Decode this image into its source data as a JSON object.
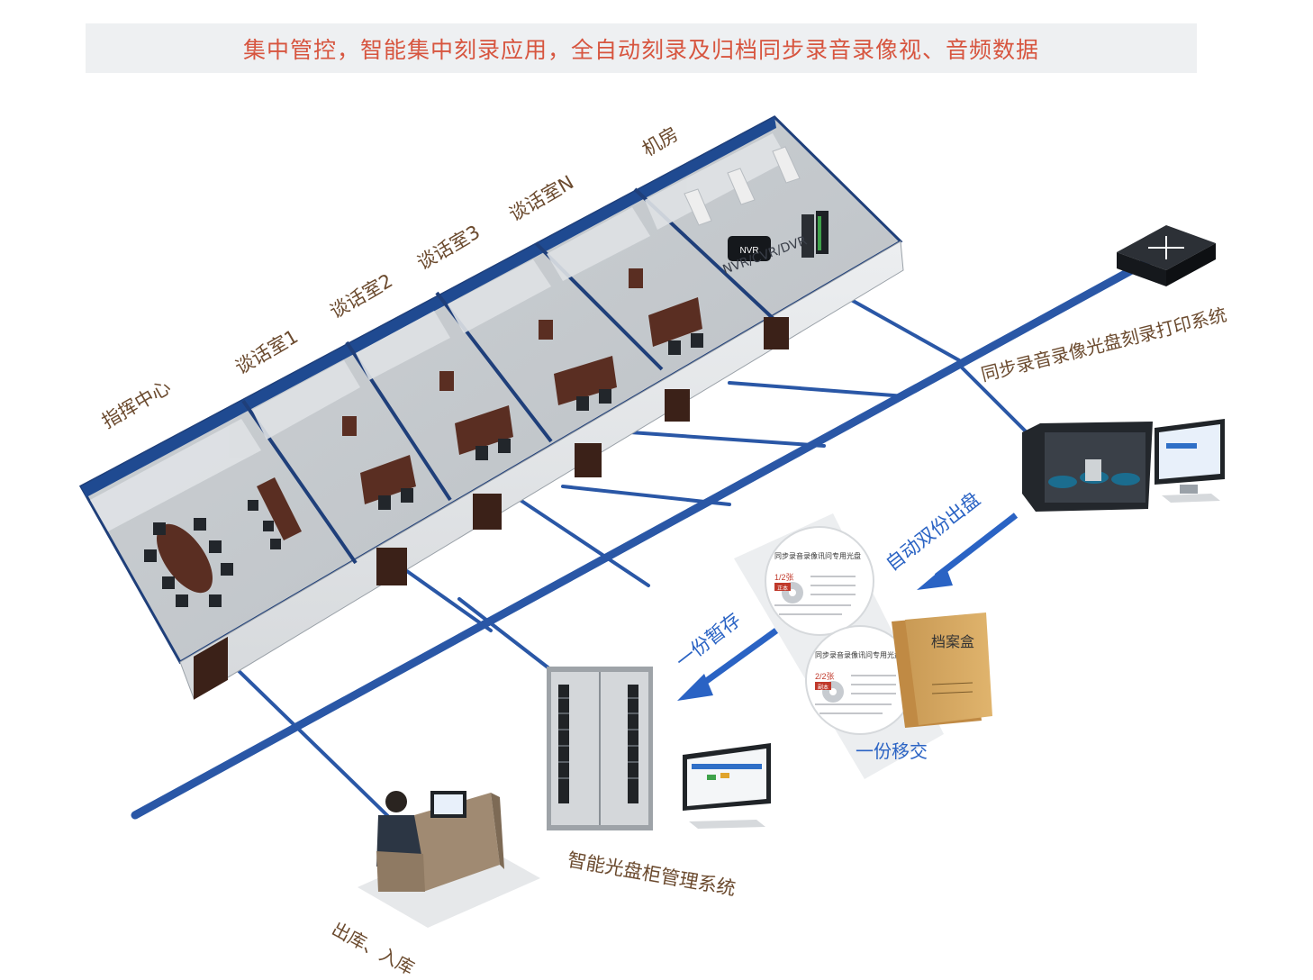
{
  "banner": {
    "title": "集中管控，智能集中刻录应用，全自动刻录及归档同步录音录像视、音频数据"
  },
  "rooms": {
    "command_center": "指挥中心",
    "room1": "谈话室1",
    "room2": "谈话室2",
    "room3": "谈话室3",
    "roomN": "谈话室N",
    "machine_room": "机房"
  },
  "devices": {
    "nvr_chip": "NVR",
    "nvr_label": "NVR/CVR/DVR",
    "burner_system": "同步录音录像光盘刻录打印系统",
    "cabinet_system": "智能光盘柜管理系统",
    "operator": "出库、入库"
  },
  "flows": {
    "dual_output": "自动双份出盘",
    "temp_store": "一份暂存",
    "transfer": "一份移交"
  },
  "discs": {
    "header": "同步录音录像讯问专用光盘",
    "disc1_num": "1/2张",
    "disc1_tag": "正本",
    "disc2_num": "2/2张",
    "disc2_tag": "副本"
  },
  "archive_box": "档案盒",
  "colors": {
    "network": "#2a57a6",
    "accent_text": "#d7553f",
    "label_text": "#6b4a2e",
    "flow_arrow": "#2a63c4"
  }
}
